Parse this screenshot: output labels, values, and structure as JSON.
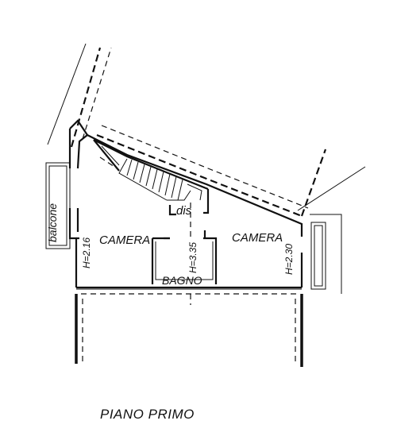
{
  "plan": {
    "title": "PIANO PRIMO",
    "labels": {
      "balcone": "balcone",
      "dis": "dis",
      "camera_left": "CAMERA",
      "camera_right": "CAMERA",
      "bagno": "BAGNO",
      "height_left": "H=2.16",
      "height_center": "H=3.35",
      "height_right": "H=2.30"
    }
  }
}
